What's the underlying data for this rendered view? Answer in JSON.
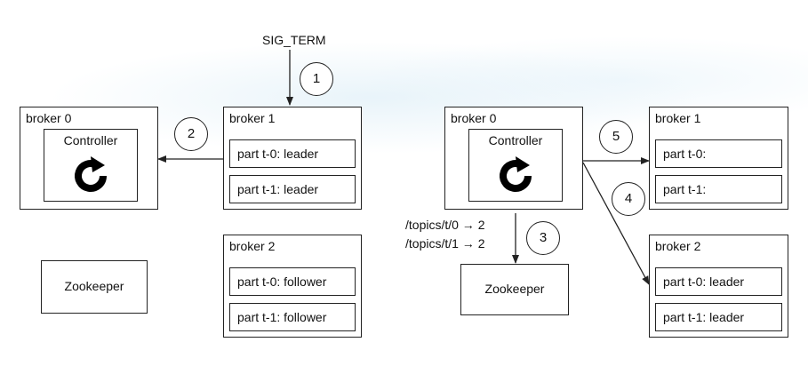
{
  "signal": "SIG_TERM",
  "left": {
    "broker0": {
      "title": "broker 0",
      "controller": "Controller"
    },
    "broker1": {
      "title": "broker 1",
      "parts": [
        "part t-0: leader",
        "part t-1: leader"
      ]
    },
    "broker2": {
      "title": "broker 2",
      "parts": [
        "part t-0: follower",
        "part t-1: follower"
      ]
    },
    "zookeeper": "Zookeeper"
  },
  "right": {
    "broker0": {
      "title": "broker 0",
      "controller": "Controller"
    },
    "broker1": {
      "title": "broker 1",
      "parts": [
        "part t-0:",
        "part t-1:"
      ]
    },
    "broker2": {
      "title": "broker 2",
      "parts": [
        "part t-0: leader",
        "part t-1: leader"
      ]
    },
    "zookeeper": "Zookeeper",
    "zk_writes": [
      "/topics/t/0 → 2",
      "/topics/t/1 → 2"
    ]
  },
  "steps": [
    "1",
    "2",
    "3",
    "4",
    "5"
  ],
  "icons": {
    "controller": "refresh-cycle-icon"
  }
}
